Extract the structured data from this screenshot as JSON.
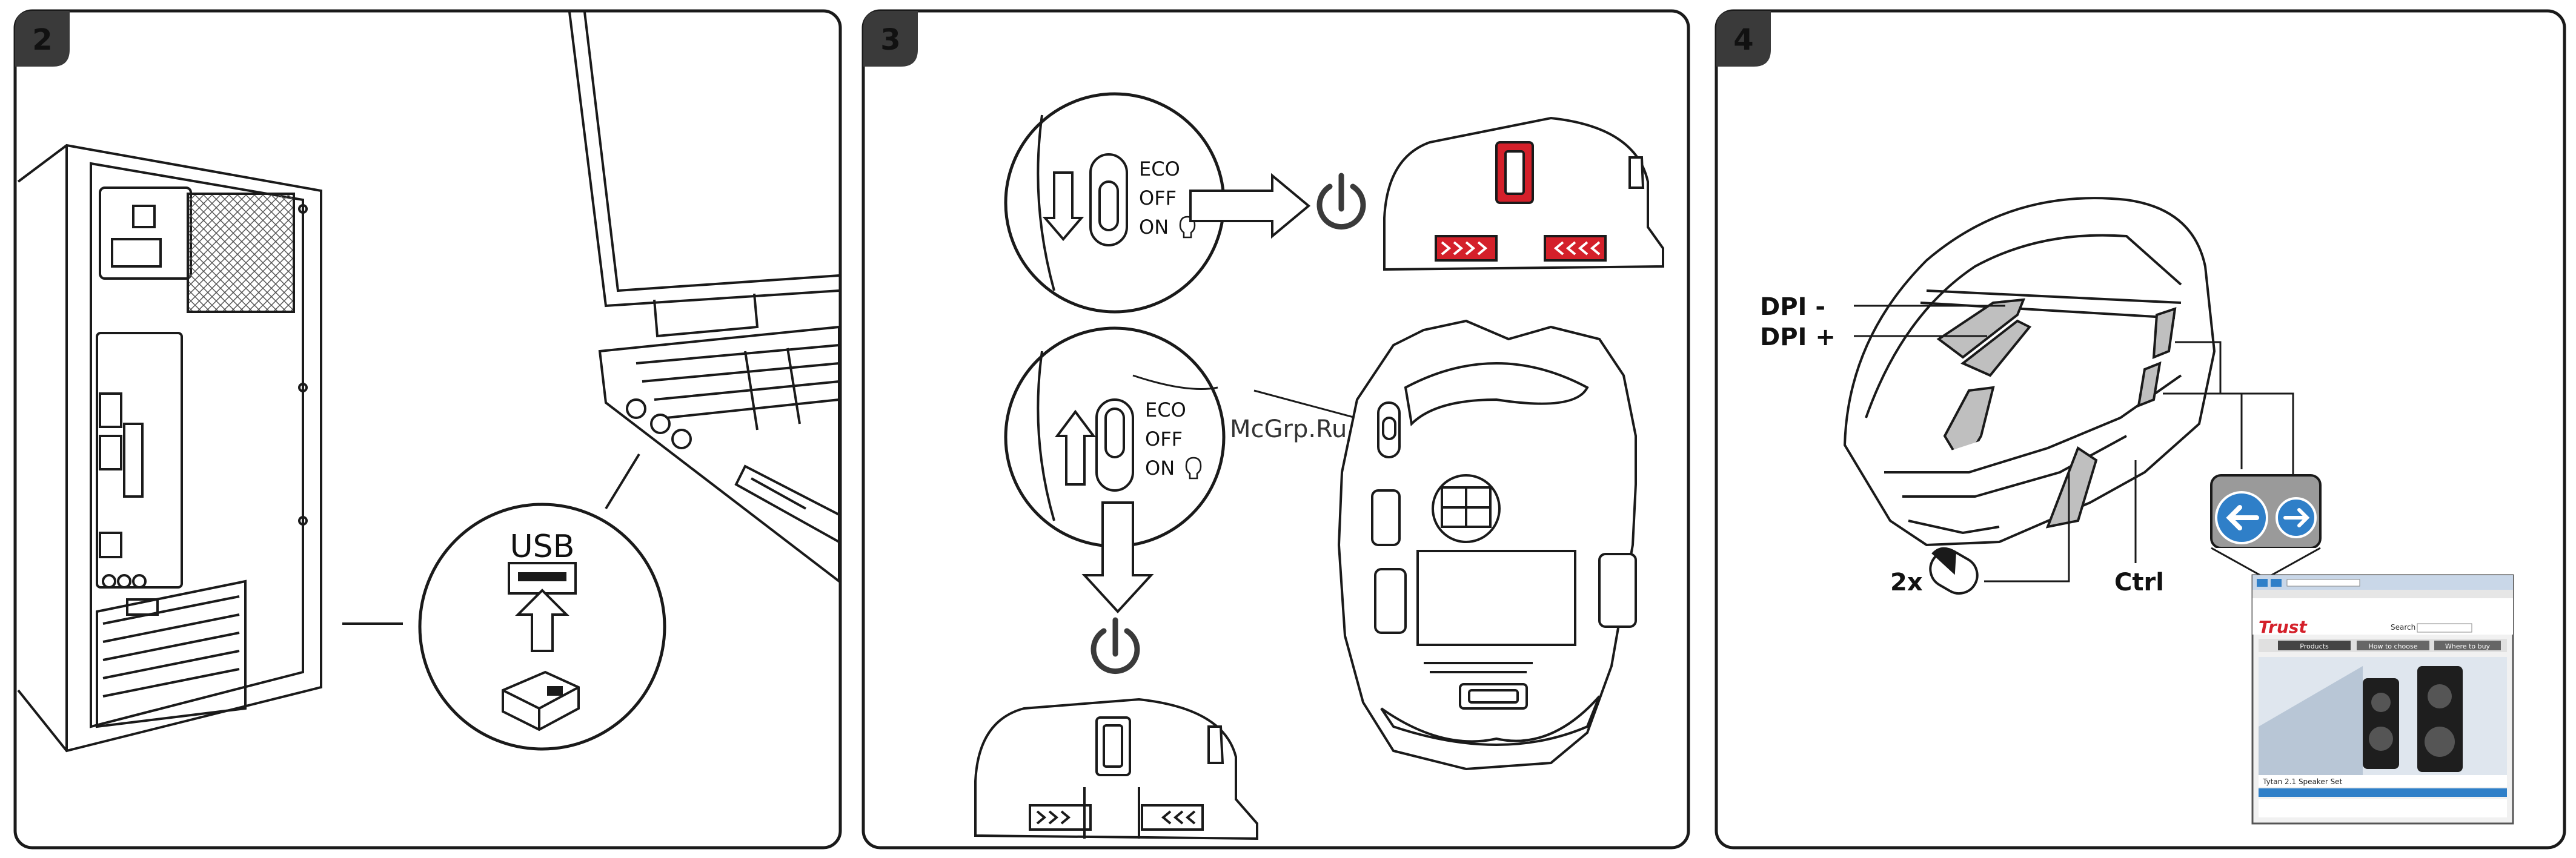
{
  "panels": [
    {
      "number": "2"
    },
    {
      "number": "3"
    },
    {
      "number": "4"
    }
  ],
  "usb_label": "USB",
  "switch_labels": {
    "eco": "ECO",
    "off": "OFF",
    "on": "ON"
  },
  "watermark": "McGrp.Ru",
  "dpi_minus": "DPI -",
  "dpi_plus": "DPI +",
  "double_click": "2x",
  "ctrl": "Ctrl",
  "browser": {
    "logo": "Trust",
    "search": "Search",
    "tabs": [
      "Products",
      "How to choose",
      "Where to buy"
    ],
    "caption": "Tytan 2.1 Speaker Set"
  },
  "colors": {
    "stroke": "#1a1a1a",
    "badge": "#3a3a3a",
    "accent_red": "#d4202a",
    "nav_blue": "#2f7fc8"
  }
}
